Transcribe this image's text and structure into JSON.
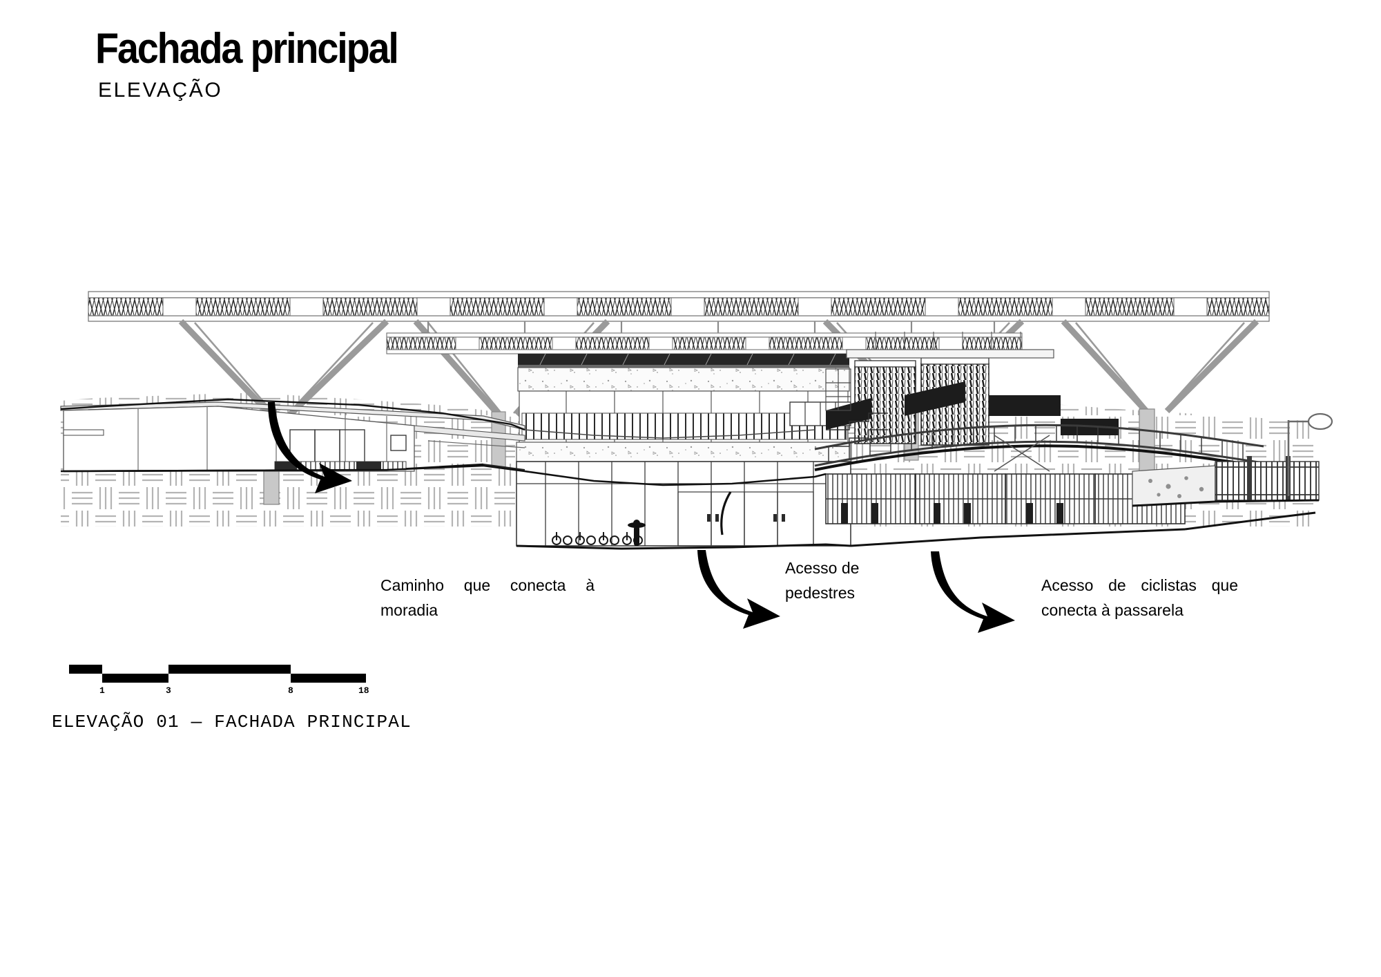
{
  "title": {
    "main": "Fachada principal",
    "subtitle": "ELEVAÇÃO"
  },
  "annotations": [
    {
      "id": "caminho-moradia",
      "line1": "Caminho que conecta à",
      "line2": "moradia"
    },
    {
      "id": "acesso-pedestres",
      "line1": "Acesso de",
      "line2": "pedestres"
    },
    {
      "id": "acesso-ciclistas",
      "line1": "Acesso de ciclistas que",
      "line2": "conecta à passarela"
    }
  ],
  "scale_bar": {
    "ticks": [
      "1",
      "3",
      "8",
      "18"
    ]
  },
  "caption": "ELEVAÇÃO 01 — FACHADA PRINCIPAL",
  "colors": {
    "ink": "#000000",
    "line": "#4a4a4a",
    "structure": "#8c8c8c",
    "hatch": "#b4b4b4",
    "concrete": "#f2f2f2",
    "paper": "#ffffff"
  }
}
